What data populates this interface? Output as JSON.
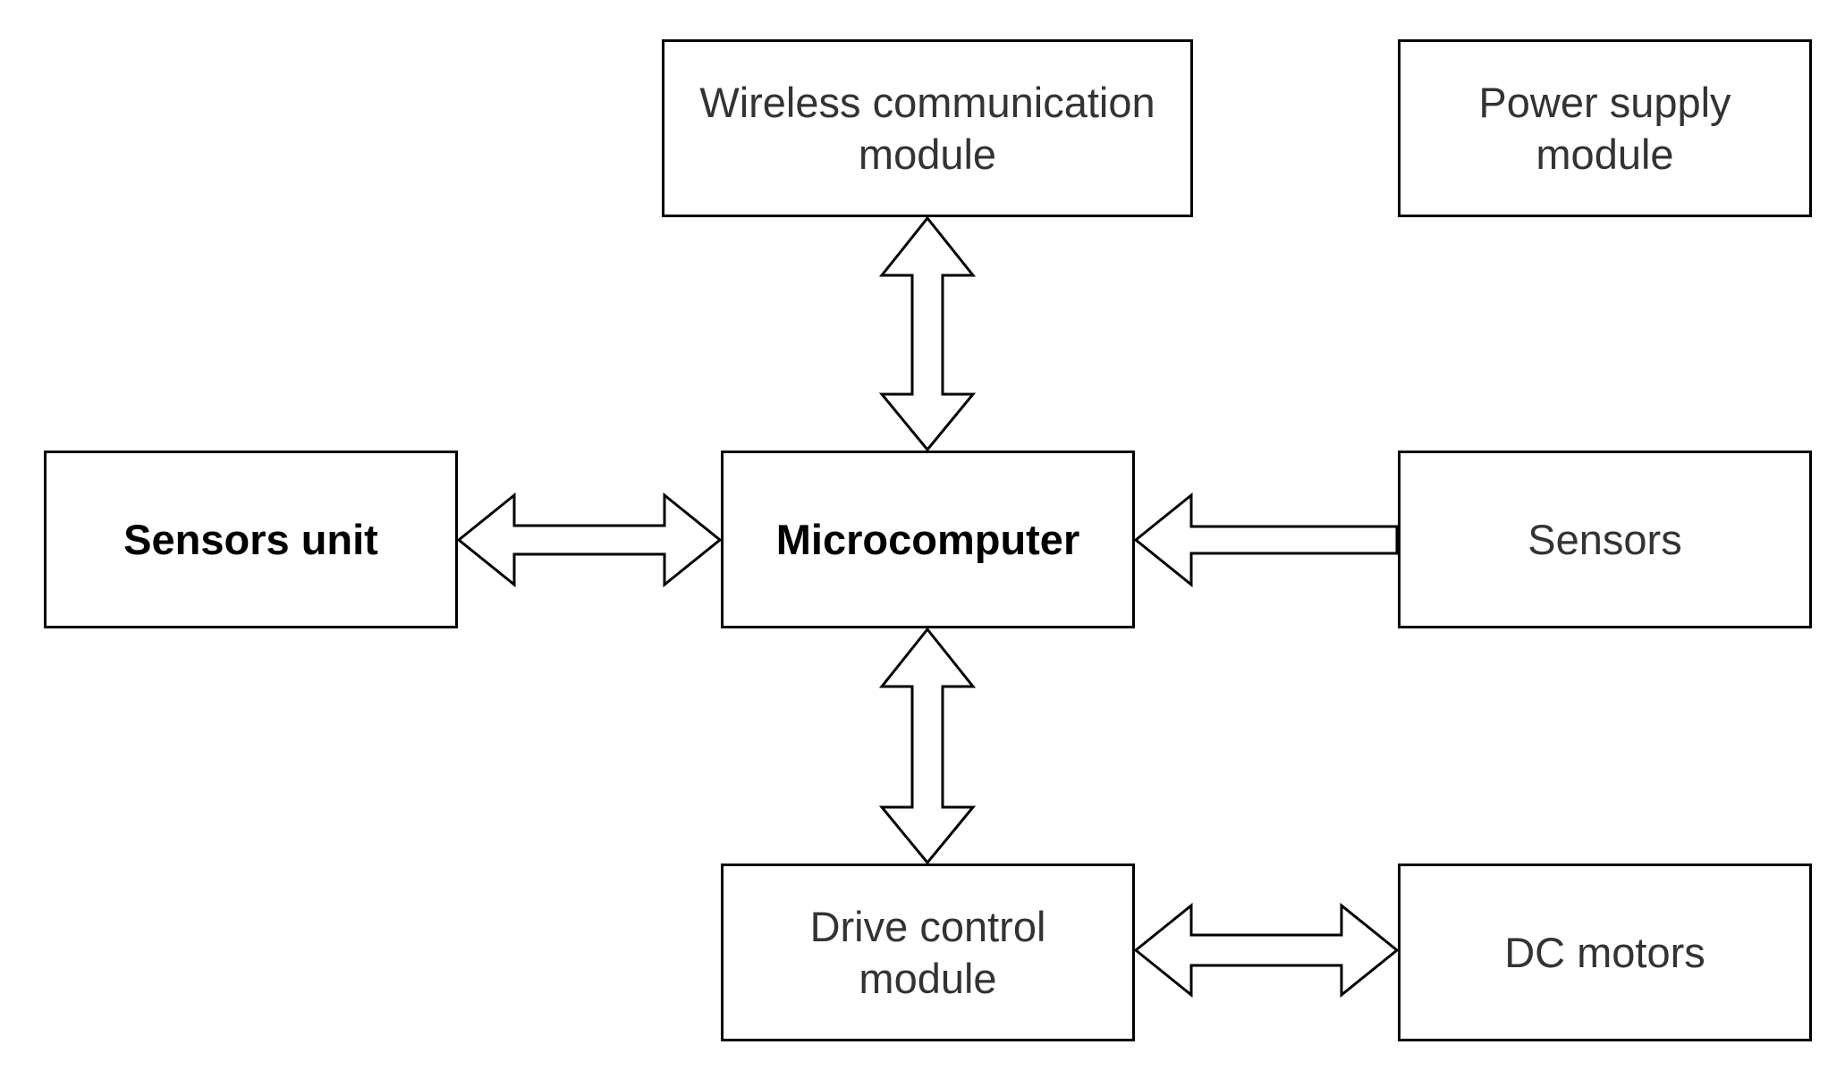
{
  "diagram": {
    "nodes": {
      "wireless": {
        "label": "Wireless communication\nmodule"
      },
      "power": {
        "label": "Power supply\nmodule"
      },
      "sensors_unit": {
        "label": "Sensors unit"
      },
      "microcomputer": {
        "label": "Microcomputer"
      },
      "sensors": {
        "label": "Sensors"
      },
      "drive": {
        "label": "Drive control\nmodule"
      },
      "dc_motors": {
        "label": "DC motors"
      }
    },
    "edges": [
      {
        "from": "wireless",
        "to": "microcomputer",
        "direction": "bidirectional"
      },
      {
        "from": "sensors_unit",
        "to": "microcomputer",
        "direction": "bidirectional"
      },
      {
        "from": "sensors",
        "to": "microcomputer",
        "direction": "one-way"
      },
      {
        "from": "microcomputer",
        "to": "drive",
        "direction": "bidirectional"
      },
      {
        "from": "drive",
        "to": "dc_motors",
        "direction": "bidirectional"
      }
    ],
    "colors": {
      "stroke": "#000000",
      "fill": "#ffffff",
      "text": "#333333",
      "text_bold": "#000000"
    }
  }
}
